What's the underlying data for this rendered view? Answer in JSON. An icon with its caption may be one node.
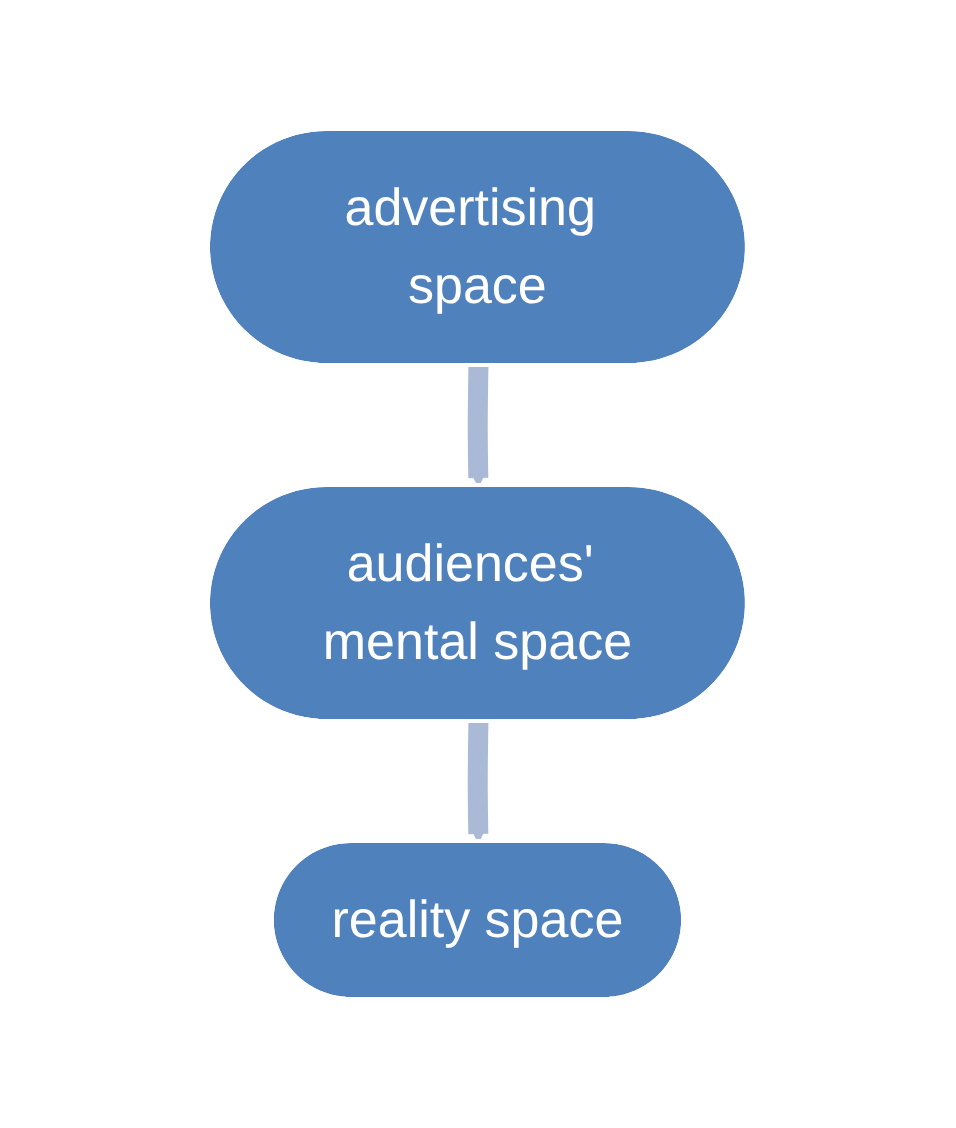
{
  "diagram": {
    "nodes": [
      {
        "text": [
          "advertising space"
        ]
      },
      {
        "text": [
          "audiences' mental space"
        ]
      },
      {
        "text": [
          "reality space"
        ]
      }
    ],
    "edges": [
      {
        "from": 0,
        "to": 1,
        "arrow": "to"
      },
      {
        "from": 1,
        "to": 2,
        "arrow": "to"
      }
    ]
  }
}
